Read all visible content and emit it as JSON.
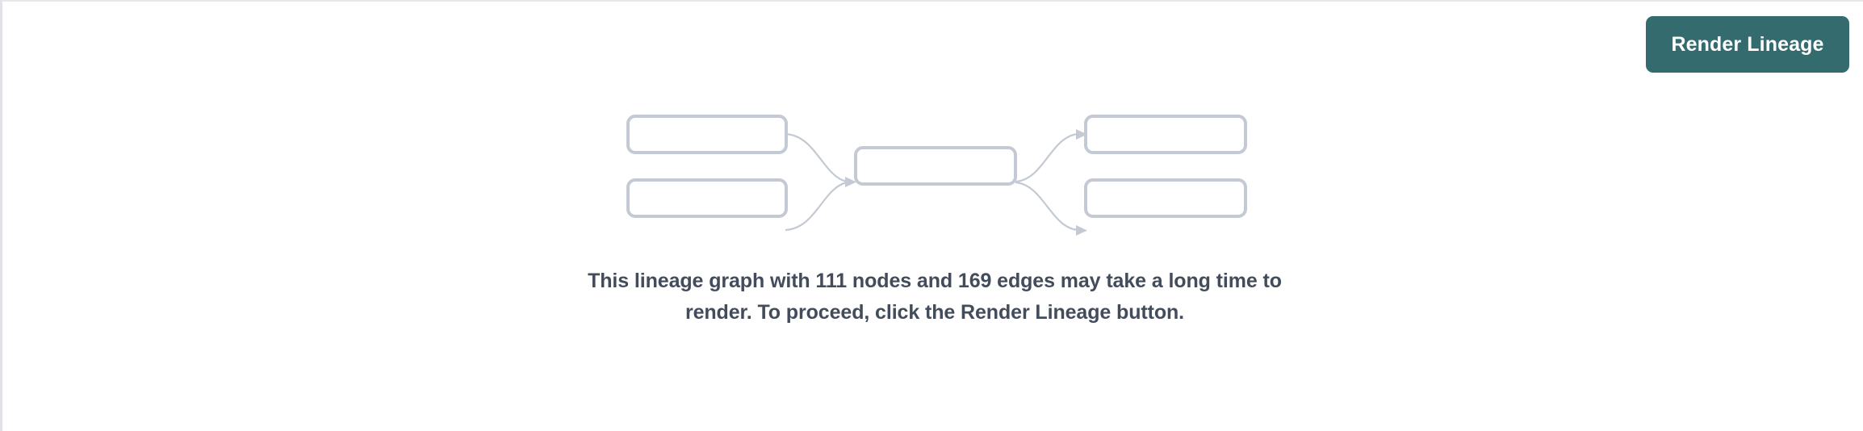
{
  "page": {
    "background_color": "#ffffff",
    "border_color": "#e1e2e6"
  },
  "toolbar": {
    "render_lineage_label": "Render Lineage",
    "render_lineage_color": "#336b6f",
    "render_lineage_text_color": "#ffffff"
  },
  "lineage_placeholder": {
    "node_border_color": "#c3cad3",
    "node_fill_color": "#ffffff",
    "edge_color": "#c3cad3",
    "nodes": [
      {
        "id": "upstream-1",
        "label": ""
      },
      {
        "id": "upstream-2",
        "label": ""
      },
      {
        "id": "center",
        "label": ""
      },
      {
        "id": "downstream-1",
        "label": ""
      },
      {
        "id": "downstream-2",
        "label": ""
      }
    ],
    "edges": [
      {
        "from": "upstream-1",
        "to": "center"
      },
      {
        "from": "upstream-2",
        "to": "center"
      },
      {
        "from": "center",
        "to": "downstream-1"
      },
      {
        "from": "center",
        "to": "downstream-2"
      }
    ]
  },
  "message": {
    "text": "This lineage graph with 111 nodes and 169 edges may take a long time to render. To proceed, click the Render Lineage button.",
    "node_count": 111,
    "edge_count": 169,
    "text_color": "#434c5b"
  }
}
